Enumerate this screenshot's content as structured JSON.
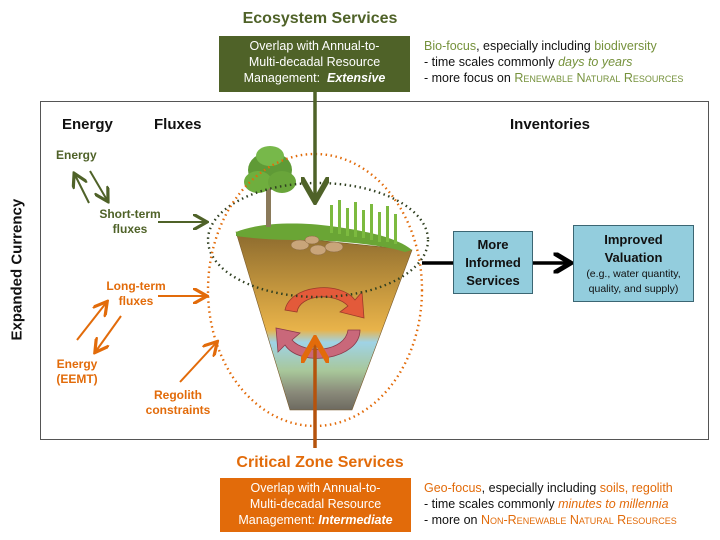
{
  "ecosystem": {
    "title": "Ecosystem Services",
    "box_line1": "Overlap with Annual-to-",
    "box_line2": "Multi-decadal Resource",
    "box_line3_prefix": "Management:",
    "box_line3_emph": "Extensive",
    "notes": {
      "l1_a": "Bio-focus",
      "l1_b": ", especially including ",
      "l1_c": "biodiversity",
      "l2_a": "- time scales commonly ",
      "l2_b": "days to years",
      "l3_a": "- more focus on ",
      "l3_b": "Renewable Natural Resources"
    }
  },
  "critical_zone": {
    "title": "Critical Zone Services",
    "box_line1": "Overlap with Annual-to-",
    "box_line2": "Multi-decadal Resource",
    "box_line3_prefix": "Management:",
    "box_line3_emph": "Intermediate",
    "notes": {
      "l1_a": "Geo-focus",
      "l1_b": ", especially including ",
      "l1_c": "soils, regolith",
      "l2_a": "- time scales commonly ",
      "l2_b": "minutes to millennia",
      "l3_a": "- more on ",
      "l3_b": "Non-Renewable Natural Resources"
    }
  },
  "headers": {
    "energy": "Energy",
    "fluxes": "Fluxes",
    "inventories": "Inventories",
    "axis": "Expanded Currency"
  },
  "left_labels": {
    "energy_green": "Energy",
    "short_term_1": "Short-term",
    "short_term_2": "fluxes",
    "long_term_1": "Long-term",
    "long_term_2": "fluxes",
    "energy_eemt_1": "Energy",
    "energy_eemt_2": "(EEMT)",
    "regolith_1": "Regolith",
    "regolith_2": "constraints"
  },
  "right_boxes": {
    "informed_1": "More",
    "informed_2": "Informed",
    "informed_3": "Services",
    "valuation_1": "Improved",
    "valuation_2": "Valuation",
    "valuation_3": "(e.g., water quantity,",
    "valuation_4": "quality, and supply)"
  },
  "colors": {
    "green": "#4f6228",
    "light_green": "#76923c",
    "orange": "#e26b0a",
    "blue_box": "#93cddd"
  }
}
